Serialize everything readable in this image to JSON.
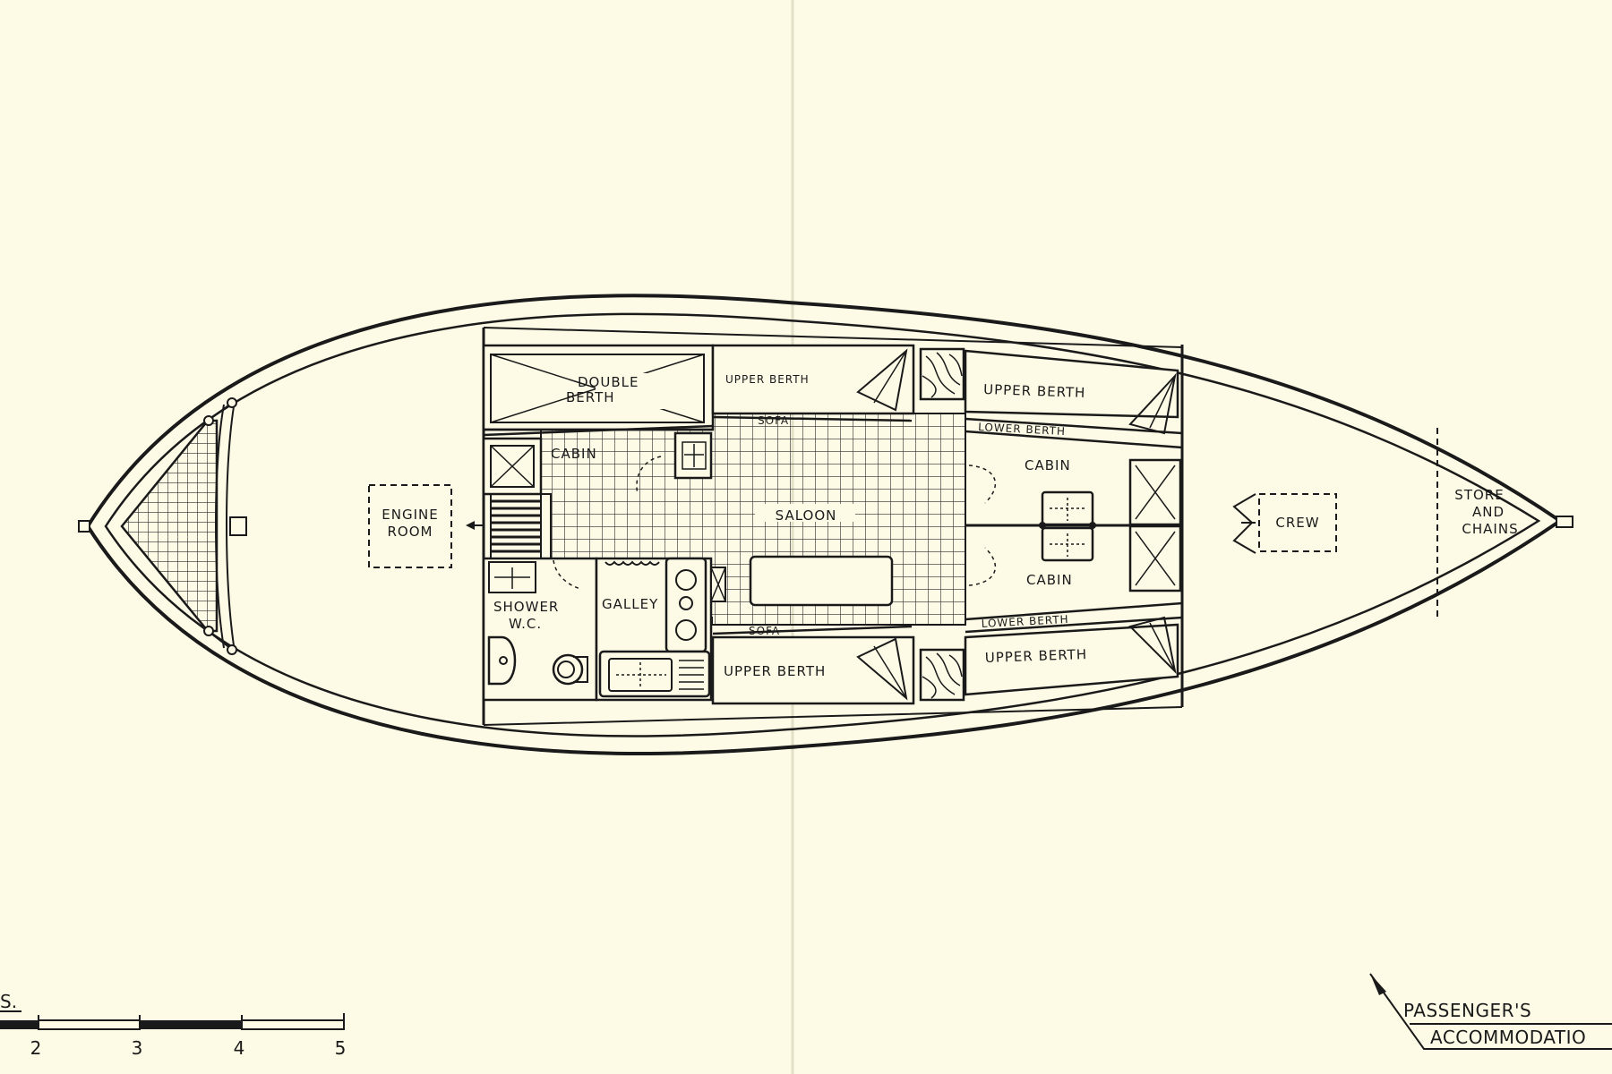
{
  "labels": {
    "double_berth_1": "DOUBLE",
    "double_berth_2": "BERTH",
    "cabin_aft": "CABIN",
    "upper_berth_port_mid": "UPPER BERTH",
    "sofa_port": "SOFA",
    "upper_berth_port_fwd": "UPPER BERTH",
    "lower_berth_port": "LOWER BERTH",
    "cabin_fwd_port": "CABIN",
    "cabin_fwd_stbd": "CABIN",
    "lower_berth_stbd": "LOWER BERTH",
    "upper_berth_stbd_fwd": "UPPER BERTH",
    "upper_berth_stbd_mid": "UPPER BERTH",
    "sofa_stbd": "SOFA",
    "saloon": "SALOON",
    "engine_room_1": "ENGINE",
    "engine_room_2": "ROOM",
    "shower_1": "SHOWER",
    "shower_2": "W.C.",
    "galley": "GALLEY",
    "crew": "CREW",
    "store_1": "STORE",
    "store_2": "AND",
    "store_3": "CHAINS"
  },
  "scale_bar": {
    "unit_fragment": "S.",
    "ticks": [
      "2",
      "3",
      "4",
      "5"
    ]
  },
  "title": {
    "line1": "PASSENGER'S",
    "line2": "ACCOMMODATIO"
  }
}
